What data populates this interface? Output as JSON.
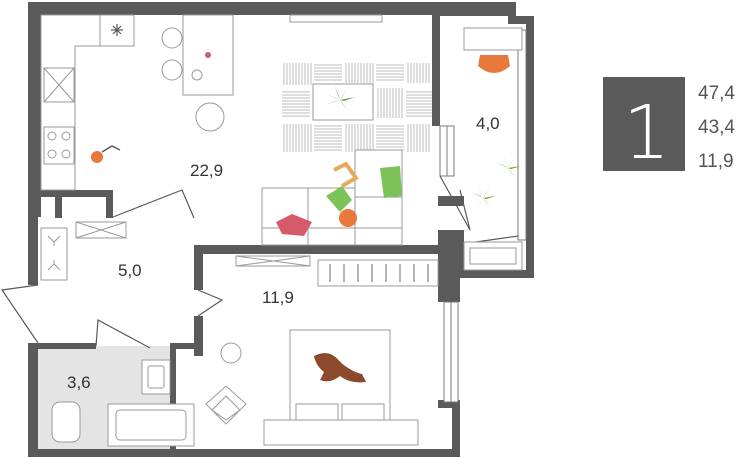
{
  "colors": {
    "wall": "#5a5a5a",
    "furniture_stroke": "#9a9a9a",
    "badge_bg": "#5a5a5a",
    "text": "#333333",
    "plant": "#5f9a3a",
    "chair_orange": "#e8783c",
    "pillow_red": "#d65a6a",
    "pillow_green": "#7cc35a",
    "dog_brown": "#8b4a2b",
    "bathroom_floor": "#e4e4e4"
  },
  "rooms": {
    "living": {
      "area": "22,9"
    },
    "balcony": {
      "area": "4,0"
    },
    "hall": {
      "area": "5,0"
    },
    "bedroom": {
      "area": "11,9"
    },
    "bathroom": {
      "area": "3,6"
    }
  },
  "summary": {
    "rooms_count": "1",
    "total_area": "47,4",
    "living_area": "43,4",
    "kitchen_area": "11,9"
  },
  "icons": [
    "snowflake-icon",
    "plant-icon",
    "dog-icon",
    "person-icon"
  ]
}
